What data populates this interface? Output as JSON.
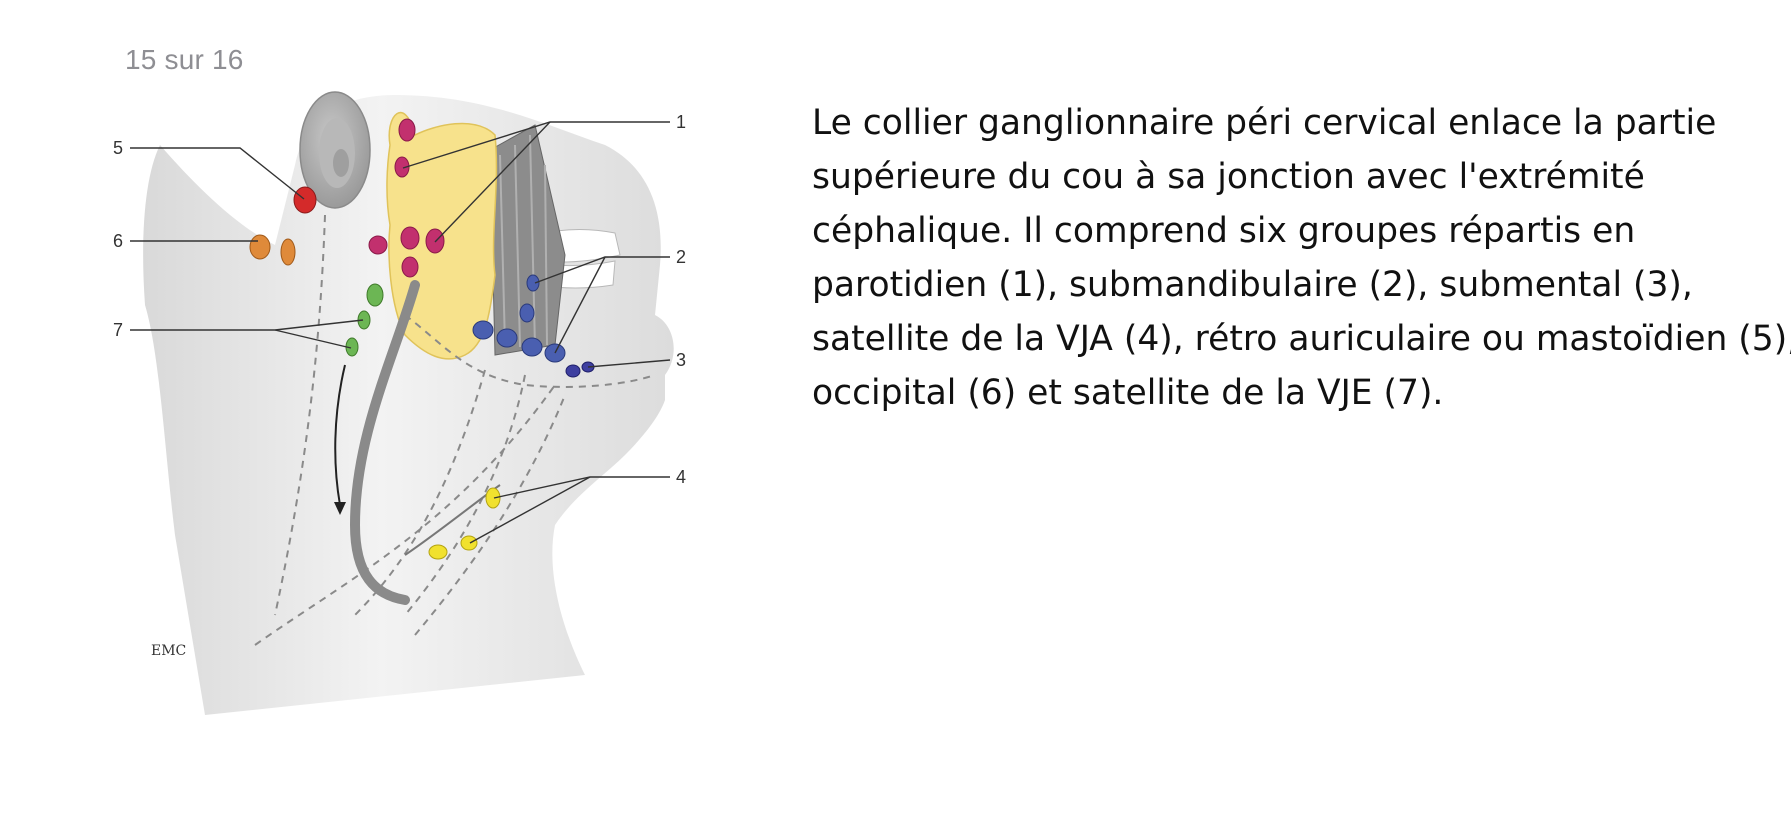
{
  "viewer": {
    "page_counter": "15 sur 16"
  },
  "figure": {
    "callouts": {
      "n1": "1",
      "n2": "2",
      "n3": "3",
      "n4": "4",
      "n5": "5",
      "n6": "6",
      "n7": "7"
    },
    "credit": "EMC",
    "colors": {
      "parotid": "#c2306e",
      "submandibular": "#4a5fb0",
      "submental": "#3e3fa0",
      "vja": "#f1e12e",
      "mastoid": "#d42a2a",
      "occipital": "#df8a3a",
      "vje": "#6cb654",
      "gland": "#f7e28c",
      "skin": "#e3e3e3"
    }
  },
  "caption": {
    "lines": [
      "Le collier ganglionnaire péri cervical enlace la partie",
      "supérieure du cou à sa jonction avec l'extrémité",
      "céphalique. Il comprend six groupes répartis en",
      "parotidien (1), submandibulaire (2), submental (3),",
      "satellite de la VJA (4), rétro auriculaire ou mastoïdien (5),",
      "occipital (6) et satellite de la VJE (7)."
    ]
  }
}
